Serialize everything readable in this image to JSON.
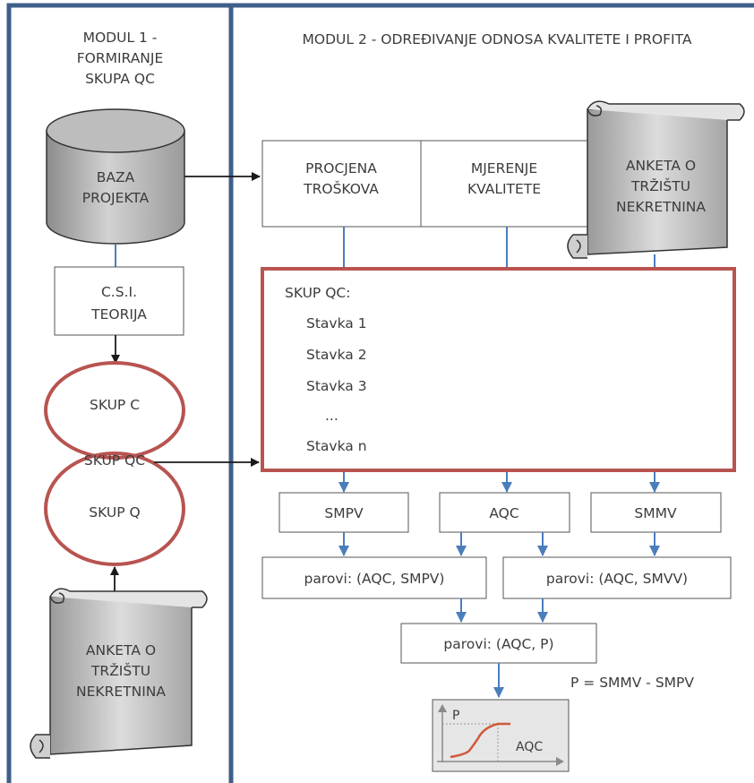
{
  "module1": {
    "title_lines": [
      "MODUL 1 -",
      "FORMIRANJE",
      "SKUPA QC"
    ],
    "database_lines": [
      "BAZA",
      "PROJEKTA"
    ],
    "theory_lines": [
      "C.S.I.",
      "TEORIJA"
    ],
    "set_c": "SKUP C",
    "set_qc": "SKUP QC",
    "set_q": "SKUP Q",
    "survey_lines": [
      "ANKETA O",
      "TRŽIŠTU",
      "NEKRETNINA"
    ]
  },
  "module2": {
    "title": "MODUL 2 - ODREĐIVANJE ODNOSA KVALITETE I PROFITA",
    "cost_lines": [
      "PROCJENA",
      "TROŠKOVA"
    ],
    "quality_lines": [
      "MJERENJE",
      "KVALITETE"
    ],
    "survey_lines": [
      "ANKETA O",
      "TRŽIŠTU",
      "NEKRETNINA"
    ],
    "qc_set": {
      "title": "SKUP QC:",
      "items": [
        "Stavka 1",
        "Stavka 2",
        "Stavka 3",
        "...",
        "Stavka n"
      ]
    },
    "smpv": "SMPV",
    "aqc": "AQC",
    "smmv": "SMMV",
    "pairs_left": "parovi: (AQC, SMPV)",
    "pairs_right": "parovi: (AQC, SMVV)",
    "pairs_final": "parovi: (AQC, P)",
    "formula": "P = SMMV - SMPV",
    "graph": {
      "y_label": "P",
      "x_label": "AQC"
    }
  },
  "colors": {
    "frame_blue": "#3e5f8a",
    "connector_blue": "#4a7ebb",
    "highlight_red": "#b85450",
    "arrow_black": "#1a1a1a"
  }
}
